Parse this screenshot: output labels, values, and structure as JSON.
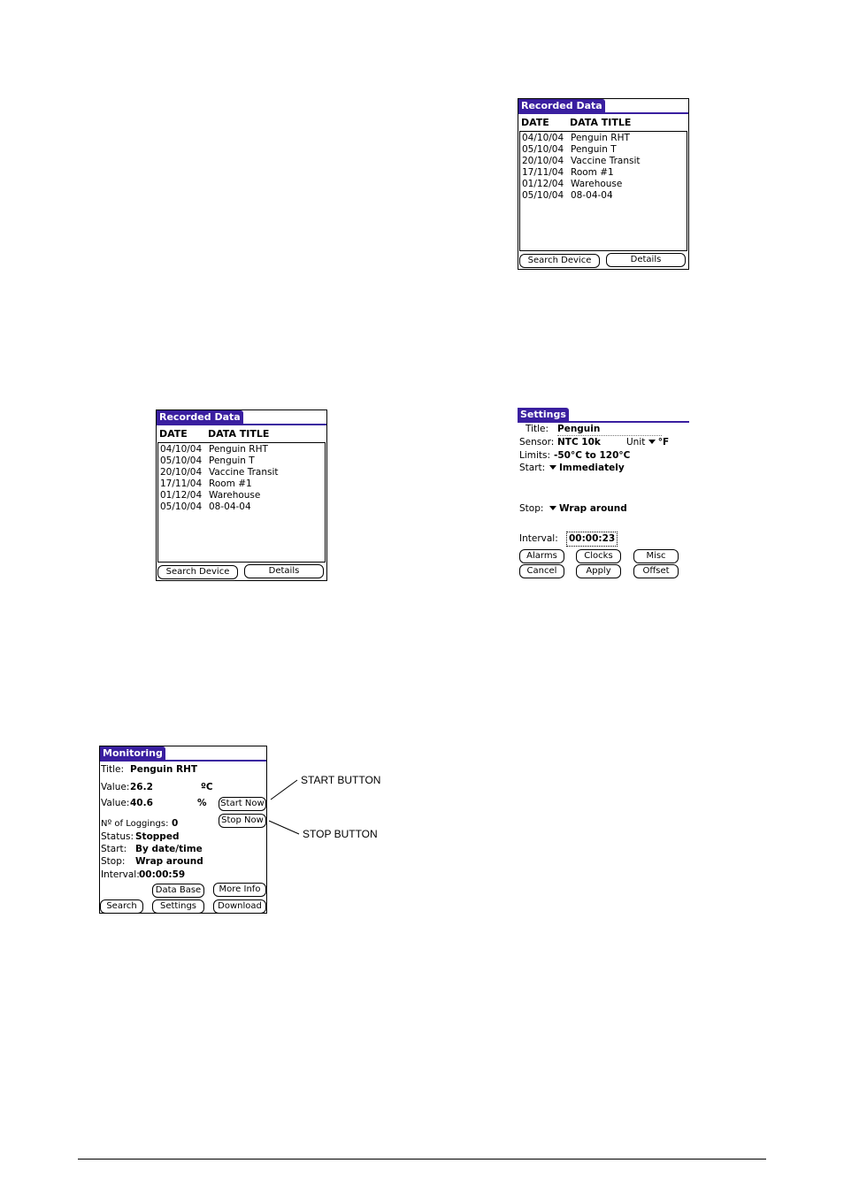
{
  "recorded_data": {
    "title": "Recorded Data",
    "col_date": "DATE",
    "col_title": "DATA TITLE",
    "rows": [
      {
        "date": "04/10/04",
        "title": "Penguin RHT"
      },
      {
        "date": "05/10/04",
        "title": "Penguin T"
      },
      {
        "date": "20/10/04",
        "title": "Vaccine Transit"
      },
      {
        "date": "17/11/04",
        "title": "Room #1"
      },
      {
        "date": "01/12/04",
        "title": "Warehouse"
      },
      {
        "date": "05/10/04",
        "title": "08-04-04"
      }
    ],
    "search_button": "Search Device",
    "details_button": "Details"
  },
  "settings": {
    "title": "Settings",
    "title_label": "Title:",
    "title_value": "Penguin",
    "sensor_label": "Sensor:",
    "sensor_value": "NTC 10k",
    "unit_label": "Unit",
    "unit_value": "°F",
    "limits_label": "Limits:",
    "limits_value": "-50°C to 120°C",
    "start_label": "Start:",
    "start_value": "Immediately",
    "stop_label": "Stop:",
    "stop_value": "Wrap around",
    "interval_label": "Interval:",
    "interval_value": "00:00:23",
    "buttons": {
      "alarms": "Alarms",
      "clocks": "Clocks",
      "misc": "Misc",
      "cancel": "Cancel",
      "apply": "Apply",
      "offset": "Offset"
    }
  },
  "monitoring": {
    "title": "Monitoring",
    "title_label": "Title:",
    "title_value": "Penguin RHT",
    "value_label": "Value:",
    "value1": "26.2",
    "unit1": "ºC",
    "value2": "40.6",
    "unit2": "%",
    "start_now": "Start Now",
    "stop_now": "Stop Now",
    "loggings_label": "Nº of Loggings:",
    "loggings_value": "0",
    "status_label": "Status:",
    "status_value": "Stopped",
    "start_label": "Start:",
    "start_value": "By date/time",
    "stop_label": "Stop:",
    "stop_value": "Wrap around",
    "interval_label": "Interval:",
    "interval_value": "00:00:59",
    "buttons": {
      "database": "Data Base",
      "more_info": "More Info",
      "search": "Search",
      "settings": "Settings",
      "download": "Download"
    }
  },
  "annotations": {
    "start": "START BUTTON",
    "stop": "STOP BUTTON"
  }
}
